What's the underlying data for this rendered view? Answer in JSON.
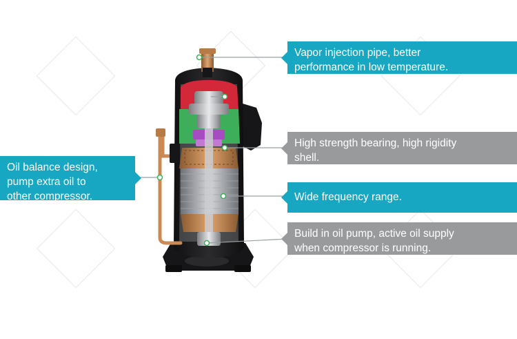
{
  "callouts": {
    "vapor_injection": {
      "line1": "Vapor injection pipe, better",
      "line2": "performance  in low temperature."
    },
    "bearing": {
      "line1": "High strength bearing, high  rigidity",
      "line2": "shell."
    },
    "frequency": {
      "line1": "Wide frequency range."
    },
    "oil_pump": {
      "line1": "Build in oil pump, active oil supply",
      "line2": "when compressor is running."
    },
    "oil_balance": {
      "line1": "Oil balance design,",
      "line2": "pump extra oil to",
      "line3": "other compressor."
    }
  },
  "colors": {
    "teal_callout": "#18a7c2",
    "gray_callout": "#999a9c",
    "shell_black": "#1c1c1e",
    "copper": "#c98a55",
    "green_part": "#3fae5a",
    "red_part": "#d3283a",
    "purple_part": "#a64bc0",
    "leader_line": "#9aa0a4"
  }
}
